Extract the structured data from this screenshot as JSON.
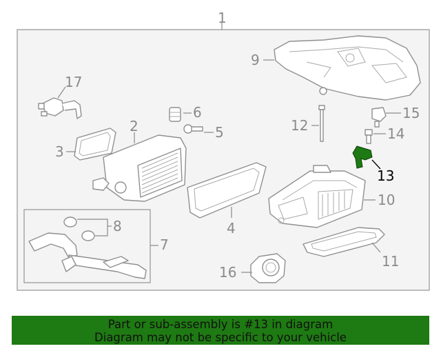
{
  "diagram": {
    "assembly_callout": "1",
    "callouts": [
      "2",
      "3",
      "4",
      "5",
      "6",
      "7",
      "8",
      "9",
      "10",
      "11",
      "12",
      "13",
      "14",
      "15",
      "16",
      "17"
    ],
    "highlighted_callout": "13",
    "colors": {
      "highlight": "#1e7a12",
      "outline": "#8f8f8f",
      "callout_text": "#8a8a8a",
      "banner": "#1e7a12"
    }
  },
  "banner": {
    "line1": "Part or sub-assembly is #13 in diagram",
    "line2": "Diagram may not be specific to your vehicle"
  }
}
